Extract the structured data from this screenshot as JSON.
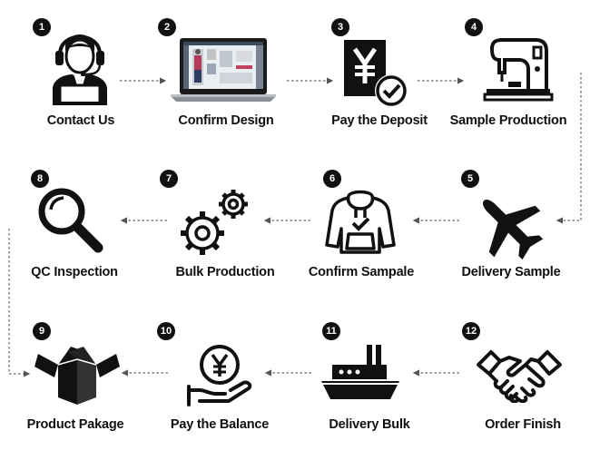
{
  "steps": [
    {
      "number": "1",
      "label": "Contact Us",
      "icon": "customer-service-icon"
    },
    {
      "number": "2",
      "label": "Confirm Design",
      "icon": "laptop-design-icon"
    },
    {
      "number": "3",
      "label": "Pay the Deposit",
      "icon": "yen-check-icon"
    },
    {
      "number": "4",
      "label": "Sample Production",
      "icon": "sewing-machine-icon"
    },
    {
      "number": "5",
      "label": "Delivery Sample",
      "icon": "airplane-icon"
    },
    {
      "number": "6",
      "label": "Confirm Sampale",
      "icon": "hoodie-check-icon"
    },
    {
      "number": "7",
      "label": "Bulk Production",
      "icon": "gears-icon"
    },
    {
      "number": "8",
      "label": "QC Inspection",
      "icon": "magnifier-icon"
    },
    {
      "number": "9",
      "label": "Product Pakage",
      "icon": "open-box-icon"
    },
    {
      "number": "10",
      "label": "Pay the Balance",
      "icon": "yen-coin-hand-icon"
    },
    {
      "number": "11",
      "label": "Delivery Bulk",
      "icon": "cargo-ship-icon"
    },
    {
      "number": "12",
      "label": "Order Finish",
      "icon": "handshake-icon"
    }
  ],
  "colors": {
    "ink": "#111111",
    "accent": "#2e2e2e",
    "connector": "#555555"
  }
}
